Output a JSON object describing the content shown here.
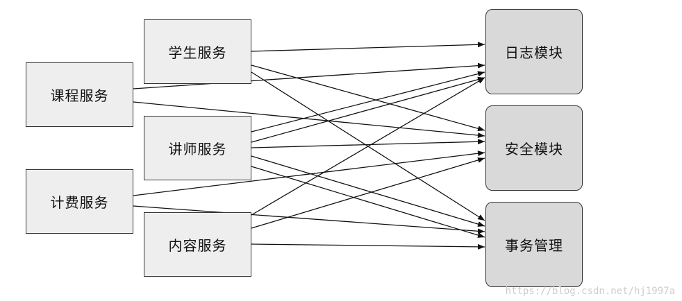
{
  "left_services": [
    {
      "id": "course",
      "label": "课程服务"
    },
    {
      "id": "billing",
      "label": "计费服务"
    }
  ],
  "mid_services": [
    {
      "id": "student",
      "label": "学生服务"
    },
    {
      "id": "teacher",
      "label": "讲师服务"
    },
    {
      "id": "content",
      "label": "内容服务"
    }
  ],
  "modules": [
    {
      "id": "log",
      "label": "日志模块"
    },
    {
      "id": "security",
      "label": "安全模块"
    },
    {
      "id": "transaction",
      "label": "事务管理"
    }
  ],
  "watermark": "https://blog.csdn.net/hj1997a"
}
